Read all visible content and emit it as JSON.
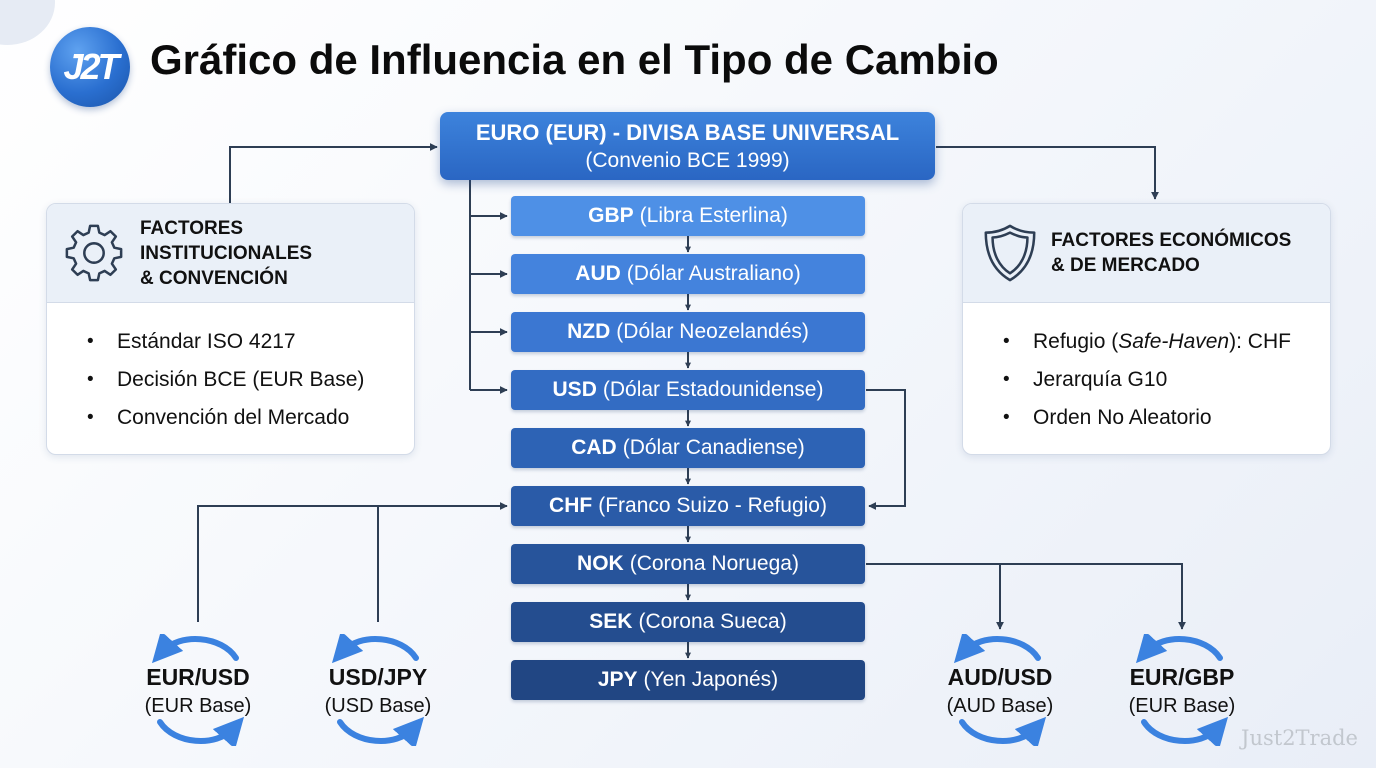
{
  "header": {
    "logo_text": "J2T",
    "title": "Gráfico de Influencia en el Tipo de Cambio"
  },
  "base": {
    "title": "EURO (EUR) - DIVISA BASE UNIVERSAL",
    "subtitle": "(Convenio BCE 1999)",
    "color": "#3479d4"
  },
  "currencies": [
    {
      "code": "GBP",
      "name": "(Libra Esterlina)",
      "color": "#4e90e6"
    },
    {
      "code": "AUD",
      "name": "(Dólar Australiano)",
      "color": "#4483dd"
    },
    {
      "code": "NZD",
      "name": "(Dólar Neozelandés)",
      "color": "#3b77d2"
    },
    {
      "code": "USD",
      "name": "(Dólar Estadounidense)",
      "color": "#336cc3"
    },
    {
      "code": "CAD",
      "name": "(Dólar Canadiense)",
      "color": "#2d63b5"
    },
    {
      "code": "CHF",
      "name": "(Franco Suizo - Refugio)",
      "color": "#2a5ba8"
    },
    {
      "code": "NOK",
      "name": "(Corona Noruega)",
      "color": "#27549b"
    },
    {
      "code": "SEK",
      "name": "(Corona Sueca)",
      "color": "#244d8f"
    },
    {
      "code": "JPY",
      "name": "(Yen Japonés)",
      "color": "#214683"
    }
  ],
  "panels": {
    "institutional": {
      "title": "FACTORES\nINSTITUCIONALES\n& CONVENCIÓN",
      "icon": "gear-icon",
      "items": [
        "Estándar ISO 4217",
        "Decisión BCE (EUR Base)",
        "Convención del Mercado"
      ]
    },
    "economic": {
      "title": "FACTORES ECONÓMICOS\n& DE MERCADO",
      "icon": "shield-icon",
      "item1_pre": "Refugio (",
      "item1_em": "Safe-Haven",
      "item1_post": "): CHF",
      "items": [
        "Jerarquía G10",
        "Orden No Aleatorio"
      ]
    }
  },
  "pairs": [
    {
      "name": "EUR/USD",
      "base": "(EUR Base)"
    },
    {
      "name": "USD/JPY",
      "base": "(USD Base)"
    },
    {
      "name": "AUD/USD",
      "base": "(AUD Base)"
    },
    {
      "name": "EUR/GBP",
      "base": "(EUR Base)"
    }
  ],
  "watermark": "Just2Trade",
  "colors": {
    "connector": "#2e3e54",
    "cycle_arrow": "#3b82e0",
    "panel_header": "#eaf0f8"
  }
}
